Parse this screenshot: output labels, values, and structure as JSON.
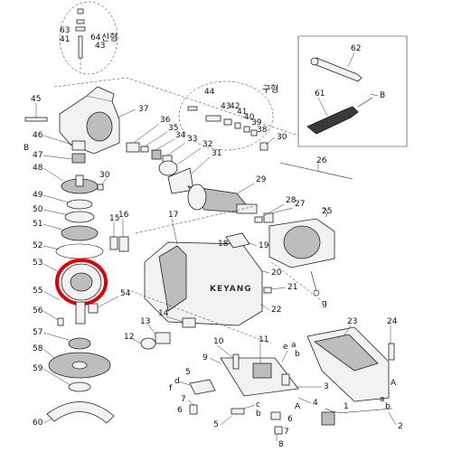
{
  "labels": {
    "n63": "63",
    "n41a": "41",
    "n64": "64",
    "n43a": "43",
    "sinhyeong": "신형",
    "n62": "62",
    "n61": "61",
    "arrowB_top": "B",
    "n45": "45",
    "n37": "37",
    "n36": "36",
    "n35": "35",
    "n34": "34",
    "n33": "33",
    "n44": "44",
    "guhyeong": "구형",
    "n43b": "43",
    "n42": "42",
    "n41b": "41",
    "n40": "40",
    "n39": "39",
    "n38": "38",
    "n30a": "30",
    "n46": "46",
    "B_left": "B",
    "n47": "47",
    "n48": "48",
    "n32": "32",
    "n31": "31",
    "n30b": "30",
    "n26": "26",
    "n49": "49",
    "n29": "29",
    "n50": "50",
    "n28": "28",
    "n27": "27",
    "n15": "15",
    "n16": "16",
    "n17": "17",
    "n25": "25",
    "n51": "51",
    "n52": "52",
    "n18": "18",
    "n19": "19",
    "n53": "53",
    "n20": "20",
    "n55": "55",
    "n54": "54",
    "n21": "21",
    "n22": "22",
    "g": "g",
    "n56": "56",
    "n14": "14",
    "n13": "13",
    "n23": "23",
    "n24": "24",
    "n57": "57",
    "n12": "12",
    "n58": "58",
    "n10": "10",
    "n11": "11",
    "e": "e",
    "a_top": "a",
    "b_top": "b",
    "n9": "9",
    "n5a": "5",
    "d": "d",
    "n59": "59",
    "f": "f",
    "n3": "3",
    "n4": "4",
    "A_mid": "A",
    "a_right": "a",
    "b_right": "b",
    "n7a": "7",
    "n6a": "6",
    "A_right": "A",
    "n1": "1",
    "n60": "60",
    "c": "c",
    "b_bottom": "b",
    "n5b": "5",
    "n2": "2",
    "n7b": "7",
    "n6b": "6",
    "n8": "8"
  },
  "brand_text": "KEYANG",
  "highlight_color": "#e00000"
}
